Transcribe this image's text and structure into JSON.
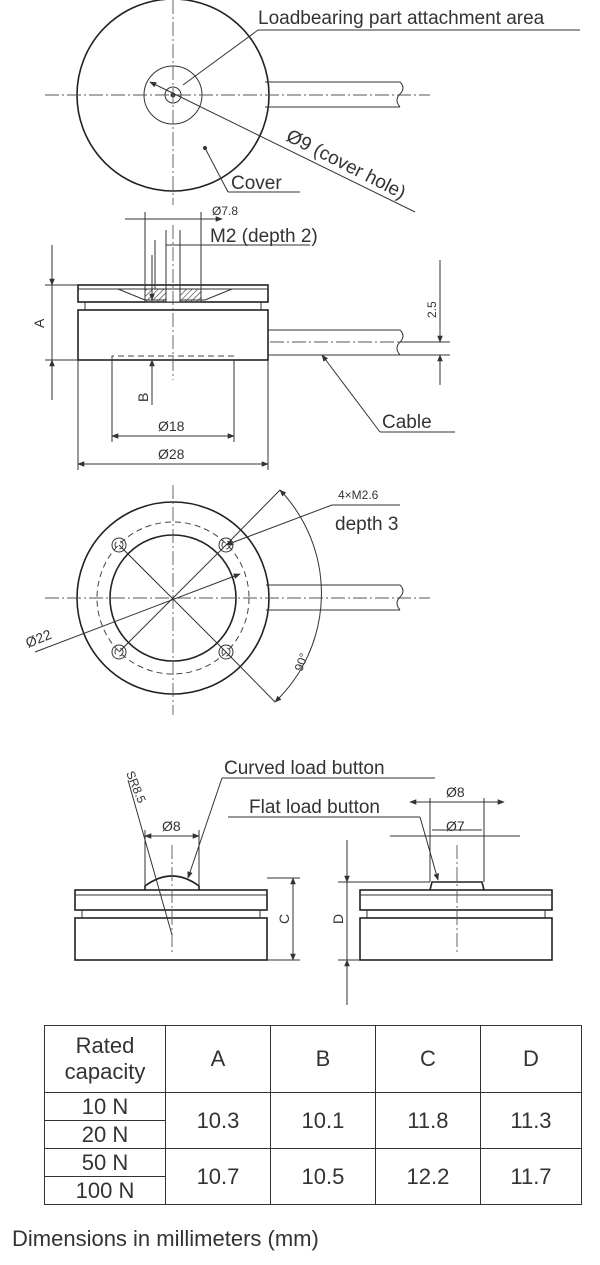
{
  "view1": {
    "loadbearing_label": "Loadbearing part attachment area",
    "cover_hole_label": "Ø9 (cover hole)",
    "cover_label": "Cover"
  },
  "view2": {
    "d78_label": "Ø7.8",
    "m2_label": "M2 (depth 2)",
    "a_label": "A",
    "b_label": "B",
    "d25_label": "2.5",
    "cable_label": "Cable",
    "d18_label": "Ø18",
    "d28_label": "Ø28"
  },
  "view3": {
    "m26_label": "4×M2.6",
    "depth3_label": "depth 3",
    "d22_label": "Ø22",
    "angle_label": "90°"
  },
  "view4": {
    "curved_label": "Curved load button",
    "flat_label": "Flat load button",
    "sr_label": "SR8.5",
    "curved_d8_label": "Ø8",
    "flat_d8_label": "Ø8",
    "flat_d7_label": "Ø7",
    "c_label": "C",
    "d_label": "D"
  },
  "table": {
    "header": {
      "capacity_line1": "Rated",
      "capacity_line2": "capacity",
      "a": "A",
      "b": "B",
      "c": "C",
      "d": "D"
    },
    "rows": [
      {
        "cap1": "10 N",
        "cap2": "20 N",
        "a": "10.3",
        "b": "10.1",
        "c": "11.8",
        "d": "11.3"
      },
      {
        "cap1": "50 N",
        "cap2": "100 N",
        "a": "10.7",
        "b": "10.5",
        "c": "12.2",
        "d": "11.7"
      }
    ]
  },
  "footnote": "Dimensions in millimeters (mm)"
}
